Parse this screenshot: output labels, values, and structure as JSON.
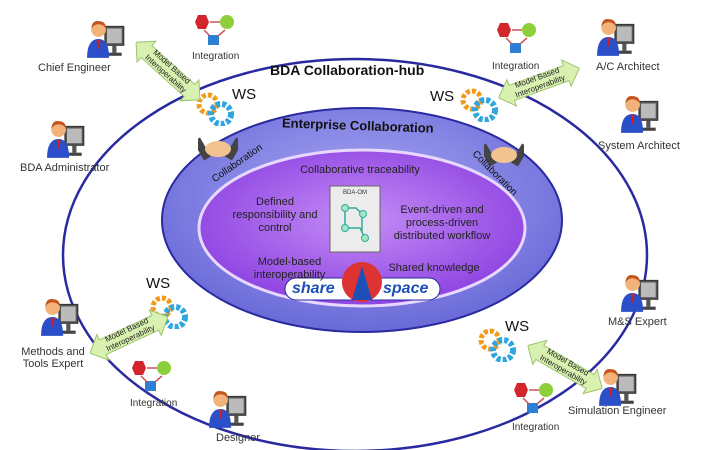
{
  "hub": {
    "title": "BDA Collaboration-hub",
    "enterprise": "Enterprise Collaboration"
  },
  "center": {
    "box_label": "BDA-OM",
    "items": [
      "Collaborative traceability",
      "Defined responsibility and control",
      "Event-driven and process-driven distributed workflow",
      "Model-based interoperability",
      "Shared knowledge"
    ]
  },
  "logo": {
    "left": "share",
    "right": "space"
  },
  "roles": [
    "Chief Engineer",
    "BDA Administrator",
    "Methods and Tools Expert",
    "Designer",
    "Simulation Engineer",
    "M&S Expert",
    "System Architect",
    "A/C Architect"
  ],
  "integration_label": "Integration",
  "interop_label": "Model Based Interoperability",
  "ws_label": "WS",
  "collaboration_label": "Collaboration",
  "colors": {
    "outer_ring": "#2a2aa0",
    "middle": "#7d7de6",
    "inner": "#9b4ee6",
    "arrow": "#d8f0b0"
  }
}
